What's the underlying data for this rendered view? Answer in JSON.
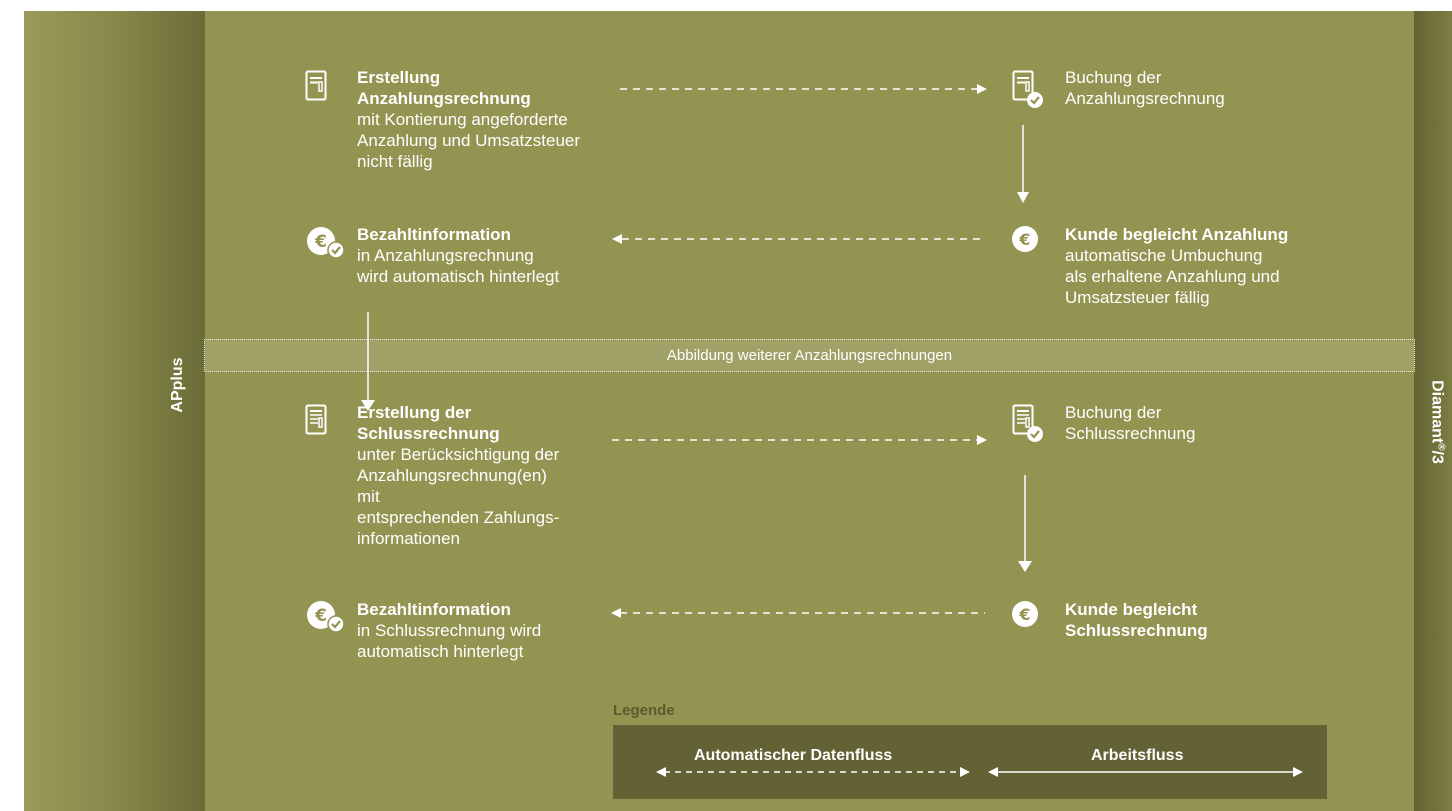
{
  "left_lane": {
    "label": "APplus"
  },
  "right_lane": {
    "label": "Diamant",
    "label_sup": "®",
    "label_suffix": "/3"
  },
  "band": {
    "label": "Abbildung weiterer Anzahlungsrechnungen"
  },
  "steps": {
    "create_down_payment": {
      "title": "Erstellung Anzahlungsrechnung",
      "desc": "mit Kontierung angeforderte\nAnzahlung und Umsatzsteuer\nnicht fällig"
    },
    "book_down_payment": {
      "title": "",
      "desc": "Buchung der\nAnzahlungsrechnung"
    },
    "paid_info_down_payment": {
      "title": "Bezahltinformation",
      "desc": "in Anzahlungsrechnung\nwird automatisch hinterlegt"
    },
    "customer_pays_down_payment": {
      "title": "Kunde begleicht Anzahlung",
      "desc": "automatische Umbuchung\nals erhaltene Anzahlung und\nUmsatzsteuer fällig"
    },
    "create_final_invoice": {
      "title": "Erstellung der Schlussrechnung",
      "desc": "unter Berücksichtigung der\nAnzahlungsrechnung(en) mit\nentsprechenden Zahlungs-\ninformationen"
    },
    "book_final_invoice": {
      "title": "",
      "desc": "Buchung der\nSchlussrechnung"
    },
    "paid_info_final_invoice": {
      "title": "Bezahltinformation",
      "desc": "in Schlussrechnung wird\nautomatisch hinterlegt"
    },
    "customer_pays_final_invoice": {
      "title": "Kunde begleicht Schlussrechnung",
      "desc": ""
    }
  },
  "legend": {
    "title": "Legende",
    "data_flow": "Automatischer Datenfluss",
    "work_flow": "Arbeitsfluss"
  },
  "icons": {
    "invoice": "invoice-document-icon",
    "invoice_checked": "invoice-check-icon",
    "payment": "euro-coin-icon",
    "payment_checked": "euro-coin-check-icon"
  },
  "colors": {
    "background": "#939452",
    "lane_dark": "#6b6c38",
    "legend_box": "#626234",
    "legend_title": "#5a5b2e",
    "foreground": "#ffffff"
  }
}
